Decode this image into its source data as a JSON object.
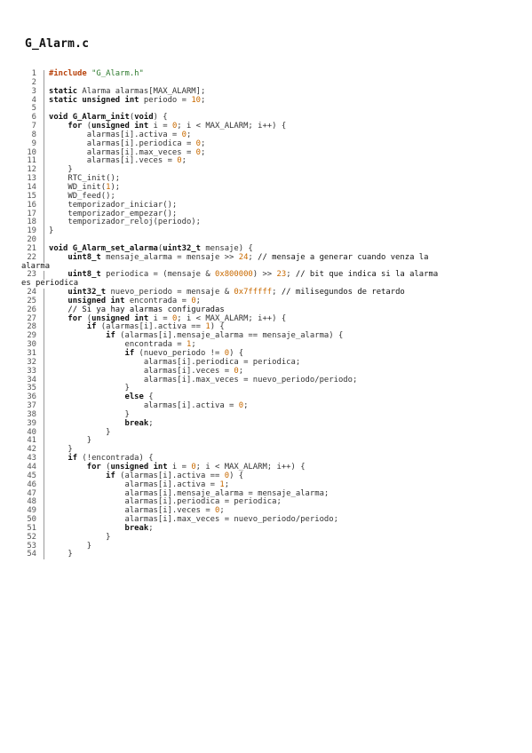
{
  "document": {
    "filename": "G_Alarm.c"
  },
  "code": {
    "lines": [
      {
        "n": "1",
        "t": "#include \"G_Alarm.h\""
      },
      {
        "n": "2",
        "t": ""
      },
      {
        "n": "3",
        "t": "static Alarma alarmas[MAX_ALARM];"
      },
      {
        "n": "4",
        "t": "static unsigned int periodo = 10;"
      },
      {
        "n": "5",
        "t": ""
      },
      {
        "n": "6",
        "t": "void G_Alarm_init(void) {"
      },
      {
        "n": "7",
        "t": "    for (unsigned int i = 0; i < MAX_ALARM; i++) {"
      },
      {
        "n": "8",
        "t": "        alarmas[i].activa = 0;"
      },
      {
        "n": "9",
        "t": "        alarmas[i].periodica = 0;"
      },
      {
        "n": "10",
        "t": "        alarmas[i].max_veces = 0;"
      },
      {
        "n": "11",
        "t": "        alarmas[i].veces = 0;"
      },
      {
        "n": "12",
        "t": "    }"
      },
      {
        "n": "13",
        "t": "    RTC_init();"
      },
      {
        "n": "14",
        "t": "    WD_init(1);"
      },
      {
        "n": "15",
        "t": "    WD_feed();"
      },
      {
        "n": "16",
        "t": "    temporizador_iniciar();"
      },
      {
        "n": "17",
        "t": "    temporizador_empezar();"
      },
      {
        "n": "18",
        "t": "    temporizador_reloj(periodo);"
      },
      {
        "n": "19",
        "t": "}"
      },
      {
        "n": "20",
        "t": ""
      },
      {
        "n": "21",
        "t": "void G_Alarm_set_alarma(uint32_t mensaje) {"
      },
      {
        "n": "22",
        "t": "    uint8_t mensaje_alarma = mensaje >> 24; // mensaje a generar cuando venza la",
        "w": "alarma"
      },
      {
        "n": "23",
        "t": "    uint8_t periodica = (mensaje & 0x800000) >> 23; // bit que indica si la alarma",
        "w": "es periodica"
      },
      {
        "n": "24",
        "t": "    uint32_t nuevo_periodo = mensaje & 0x7fffff; // milisegundos de retardo"
      },
      {
        "n": "25",
        "t": "    unsigned int encontrada = 0;"
      },
      {
        "n": "26",
        "t": "    // Si ya hay alarmas configuradas"
      },
      {
        "n": "27",
        "t": "    for (unsigned int i = 0; i < MAX_ALARM; i++) {"
      },
      {
        "n": "28",
        "t": "        if (alarmas[i].activa == 1) {"
      },
      {
        "n": "29",
        "t": "            if (alarmas[i].mensaje_alarma == mensaje_alarma) {"
      },
      {
        "n": "30",
        "t": "                encontrada = 1;"
      },
      {
        "n": "31",
        "t": "                if (nuevo_periodo != 0) {"
      },
      {
        "n": "32",
        "t": "                    alarmas[i].periodica = periodica;"
      },
      {
        "n": "33",
        "t": "                    alarmas[i].veces = 0;"
      },
      {
        "n": "34",
        "t": "                    alarmas[i].max_veces = nuevo_periodo/periodo;"
      },
      {
        "n": "35",
        "t": "                }"
      },
      {
        "n": "36",
        "t": "                else {"
      },
      {
        "n": "37",
        "t": "                    alarmas[i].activa = 0;"
      },
      {
        "n": "38",
        "t": "                }"
      },
      {
        "n": "39",
        "t": "                break;"
      },
      {
        "n": "40",
        "t": "            }"
      },
      {
        "n": "41",
        "t": "        }"
      },
      {
        "n": "42",
        "t": "    }"
      },
      {
        "n": "43",
        "t": "    if (!encontrada) {"
      },
      {
        "n": "44",
        "t": "        for (unsigned int i = 0; i < MAX_ALARM; i++) {"
      },
      {
        "n": "45",
        "t": "            if (alarmas[i].activa == 0) {"
      },
      {
        "n": "46",
        "t": "                alarmas[i].activa = 1;"
      },
      {
        "n": "47",
        "t": "                alarmas[i].mensaje_alarma = mensaje_alarma;"
      },
      {
        "n": "48",
        "t": "                alarmas[i].periodica = periodica;"
      },
      {
        "n": "49",
        "t": "                alarmas[i].veces = 0;"
      },
      {
        "n": "50",
        "t": "                alarmas[i].max_veces = nuevo_periodo/periodo;"
      },
      {
        "n": "51",
        "t": "                break;"
      },
      {
        "n": "52",
        "t": "            }"
      },
      {
        "n": "53",
        "t": "        }"
      },
      {
        "n": "54",
        "t": "    }"
      }
    ]
  }
}
